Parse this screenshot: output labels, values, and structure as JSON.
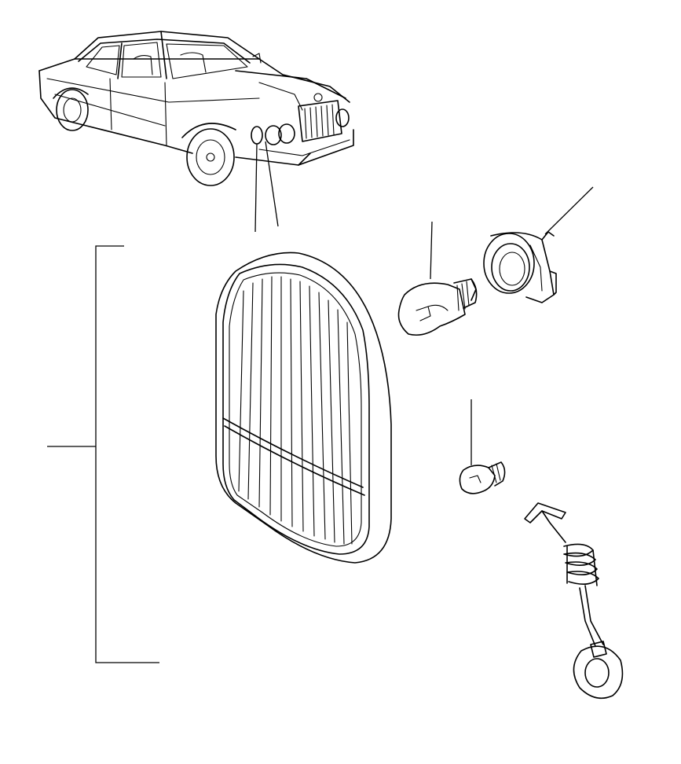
{
  "figure": {
    "kind": "exploded parts illustration",
    "background": "#ffffff",
    "line_color": "#000000",
    "parts": [
      {
        "id": "vehicle",
        "name": "car-location-view"
      },
      {
        "id": "lens",
        "name": "side-marker-lamp-lens"
      },
      {
        "id": "bulb_large",
        "name": "bulb-large"
      },
      {
        "id": "bulb_holder",
        "name": "bulb-holder"
      },
      {
        "id": "bulb_small",
        "name": "bulb-small"
      },
      {
        "id": "spring_clip",
        "name": "retaining-spring-clip"
      }
    ]
  }
}
